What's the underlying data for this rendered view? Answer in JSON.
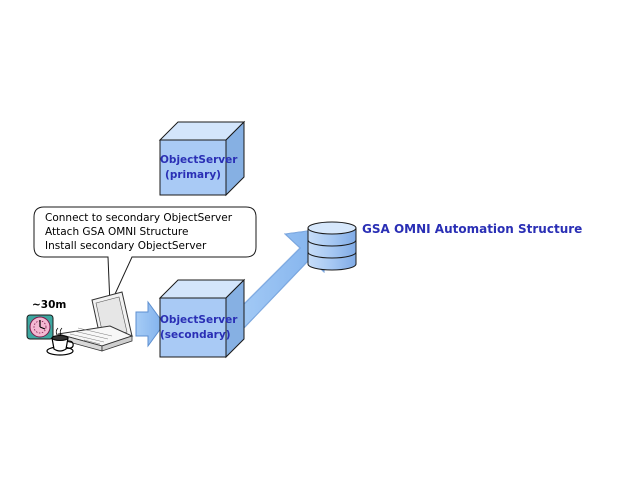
{
  "primary_server": {
    "line1": "ObjectServer",
    "line2": "(primary)"
  },
  "secondary_server": {
    "line1": "ObjectServer",
    "line2": "(secondary)"
  },
  "callout": {
    "lines": [
      "Connect to secondary ObjectServer",
      "Attach GSA OMNI Structure",
      "Install secondary ObjectServer"
    ]
  },
  "database_label": "GSA OMNI Automation Structure",
  "time_label": "~30m",
  "colors": {
    "cube_front": "#a9c9f5",
    "cube_top": "#d2e4fb",
    "cube_side": "#7fa9df",
    "arrow_fill": "#9fc4f2",
    "label_blue": "#2a2fb5"
  }
}
